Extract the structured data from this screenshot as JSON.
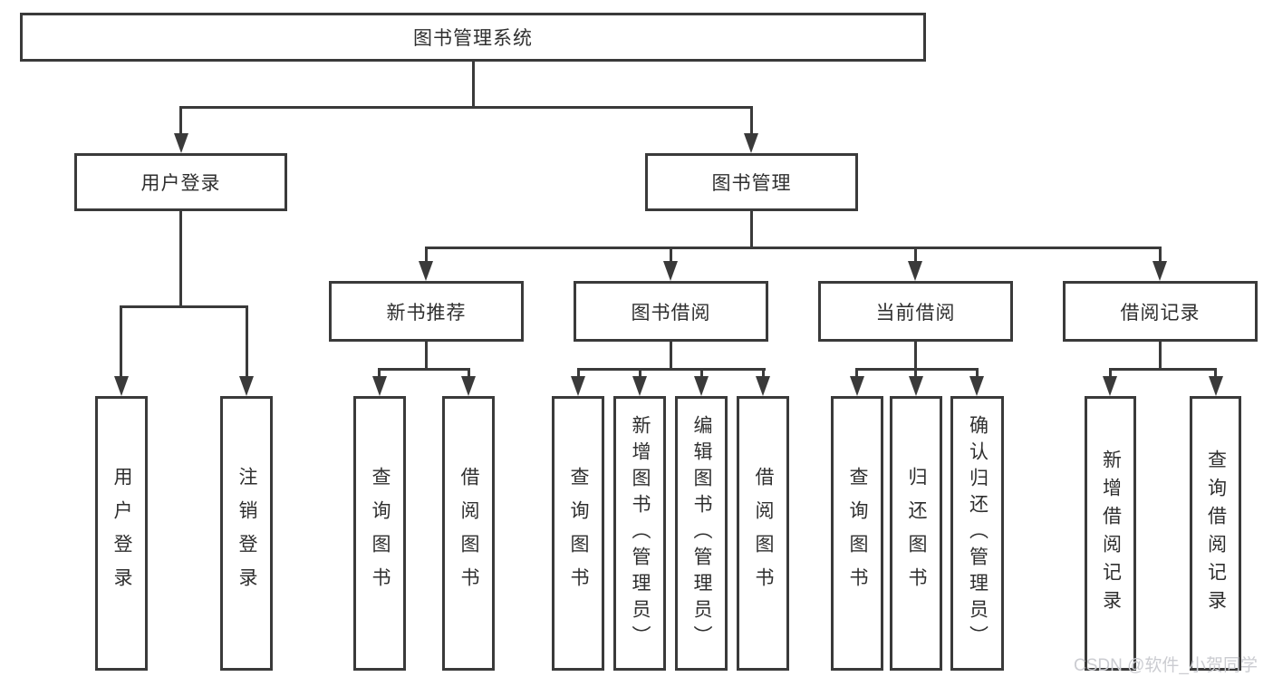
{
  "diagram": {
    "title_node": {
      "label": "图书管理系统"
    },
    "level2": [
      {
        "id": "user-login",
        "label": "用户登录"
      },
      {
        "id": "book-management",
        "label": "图书管理"
      }
    ],
    "level3": [
      {
        "id": "new-book-recommend",
        "label": "新书推荐",
        "parent": "图书管理"
      },
      {
        "id": "book-borrow",
        "label": "图书借阅",
        "parent": "图书管理"
      },
      {
        "id": "current-borrow",
        "label": "当前借阅",
        "parent": "图书管理"
      },
      {
        "id": "borrow-records",
        "label": "借阅记录",
        "parent": "图书管理"
      }
    ],
    "leaves": [
      {
        "label": "用户登录",
        "parent": "用户登录"
      },
      {
        "label": "注销登录",
        "parent": "用户登录"
      },
      {
        "label": "查询图书",
        "parent": "新书推荐"
      },
      {
        "label": "借阅图书",
        "parent": "新书推荐"
      },
      {
        "label": "查询图书",
        "parent": "图书借阅"
      },
      {
        "label": "新增图书（管理员）",
        "parent": "图书借阅"
      },
      {
        "label": "编辑图书（管理员）",
        "parent": "图书借阅"
      },
      {
        "label": "借阅图书",
        "parent": "图书借阅"
      },
      {
        "label": "查询图书",
        "parent": "当前借阅"
      },
      {
        "label": "归还图书",
        "parent": "当前借阅"
      },
      {
        "label": "确认归还（管理员）",
        "parent": "当前借阅"
      },
      {
        "label": "新增借阅记录",
        "parent": "借阅记录"
      },
      {
        "label": "查询借阅记录",
        "parent": "借阅记录"
      }
    ],
    "watermark": "CSDN @软件_小贺同学",
    "colors": {
      "line": "#3a3a3a",
      "text": "#2f2f2f",
      "background": "#ffffff",
      "watermark": "#cbccd1"
    }
  }
}
